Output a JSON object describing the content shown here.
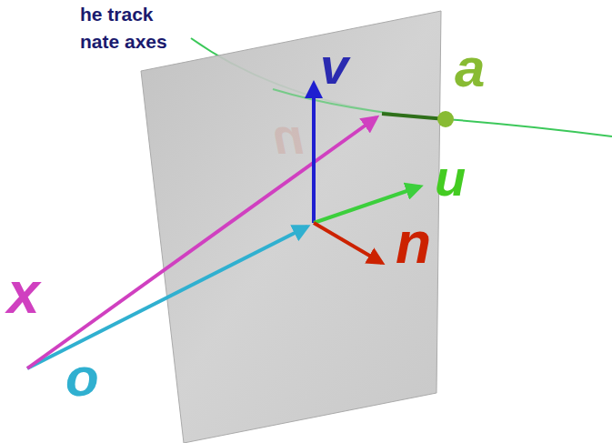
{
  "diagram": {
    "labels": [
      "he track",
      "nate axes",
      "v",
      "n",
      "a",
      "u",
      "n",
      "x",
      "o"
    ]
  }
}
